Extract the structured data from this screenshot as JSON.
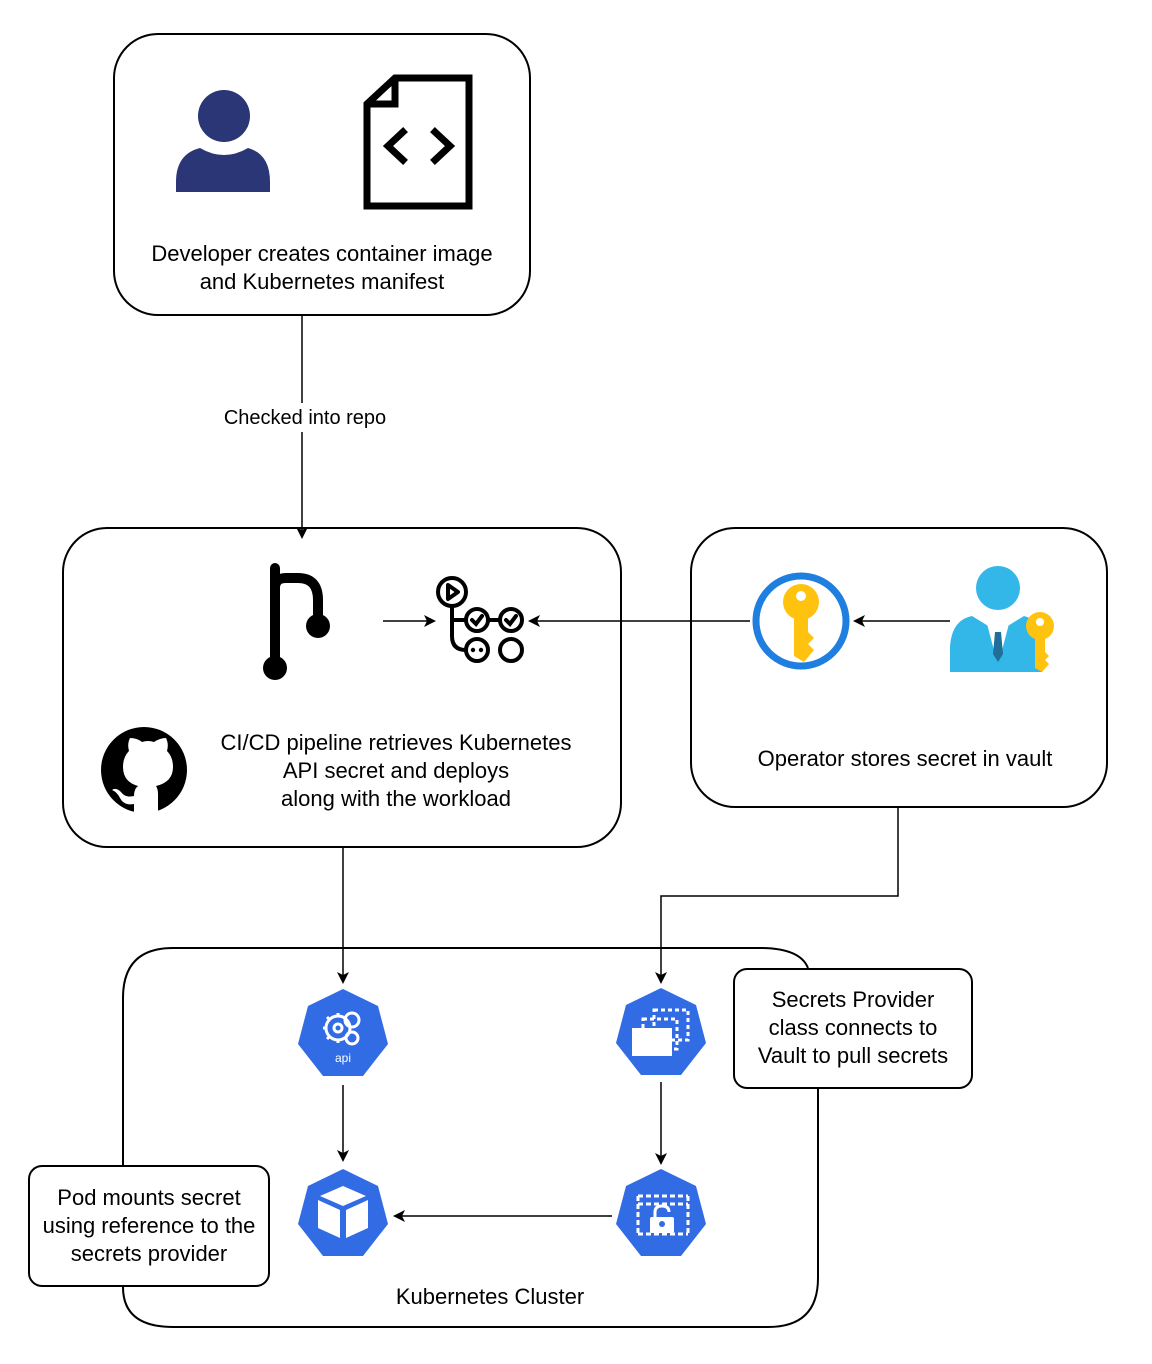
{
  "developer_box": {
    "text_line1": "Developer creates container image",
    "text_line2": "and Kubernetes manifest",
    "icons": [
      "user-icon",
      "code-file-icon"
    ]
  },
  "edge_repo": {
    "label": "Checked into repo"
  },
  "cicd_box": {
    "text_line1": "CI/CD pipeline retrieves Kubernetes",
    "text_line2": "API secret and deploys",
    "text_line3": "along with the workload",
    "icons": [
      "git-pull-request-icon",
      "github-actions-workflow-icon",
      "github-logo-icon"
    ]
  },
  "operator_box": {
    "text": "Operator stores secret in vault",
    "icons": [
      "key-vault-icon",
      "operator-user-key-icon"
    ]
  },
  "cluster": {
    "label": "Kubernetes Cluster",
    "icons": [
      "kubernetes-api-icon",
      "kubernetes-secrets-provider-icon",
      "kubernetes-pod-icon",
      "kubernetes-secret-icon"
    ],
    "api_icon_text": "api"
  },
  "note_provider": {
    "line1": "Secrets Provider",
    "line2": "class connects to",
    "line3": "Vault to pull secrets"
  },
  "note_pod": {
    "line1": "Pod mounts secret",
    "line2": "using reference to the",
    "line3": "secrets provider"
  },
  "colors": {
    "stroke": "#000000",
    "user_navy": "#2b3676",
    "k8s_blue": "#326ce5",
    "key_gold": "#ffc20e",
    "vault_ring": "#1e7fe0",
    "operator_cyan": "#33b6e8"
  }
}
